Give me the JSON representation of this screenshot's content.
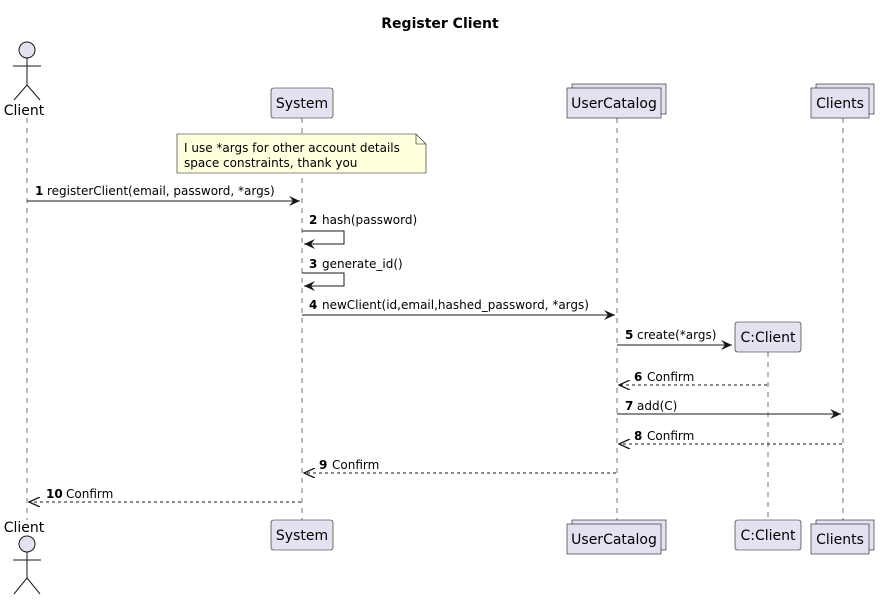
{
  "title": "Register Client",
  "participants": {
    "client": "Client",
    "system": "System",
    "usercatalog": "UserCatalog",
    "cclient": "C:Client",
    "clients": "Clients"
  },
  "note": {
    "line1": "I use *args for other account details",
    "line2": "space constraints, thank you"
  },
  "messages": [
    {
      "num": "1",
      "text": "registerClient(email, password, *args)"
    },
    {
      "num": "2",
      "text": "hash(password)"
    },
    {
      "num": "3",
      "text": "generate_id()"
    },
    {
      "num": "4",
      "text": "newClient(id,email,hashed_password, *args)"
    },
    {
      "num": "5",
      "text": "create(*args)"
    },
    {
      "num": "6",
      "text": "Confirm"
    },
    {
      "num": "7",
      "text": "add(C)"
    },
    {
      "num": "8",
      "text": "Confirm"
    },
    {
      "num": "9",
      "text": "Confirm"
    },
    {
      "num": "10",
      "text": "Confirm"
    }
  ],
  "colors": {
    "participant_fill": "#E2E2F0",
    "participant_stroke": "#181818",
    "note_fill": "#FEFFDD",
    "lifeline": "#181818"
  }
}
